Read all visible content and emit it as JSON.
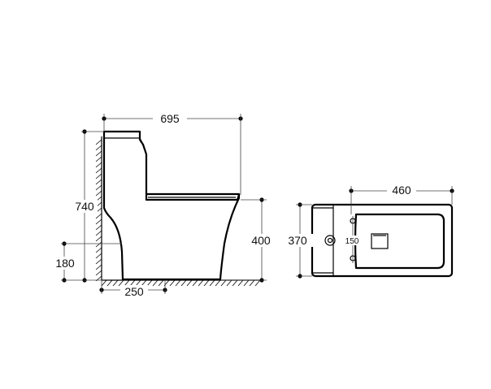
{
  "drawing": {
    "side_view": {
      "width_label": "695",
      "total_height_label": "740",
      "floor_outlet_height_label": "180",
      "wall_outlet_distance_label": "250",
      "seat_height_label": "400"
    },
    "top_view": {
      "length_label": "460",
      "width_label": "370",
      "bolt_spacing_label": "150"
    }
  }
}
